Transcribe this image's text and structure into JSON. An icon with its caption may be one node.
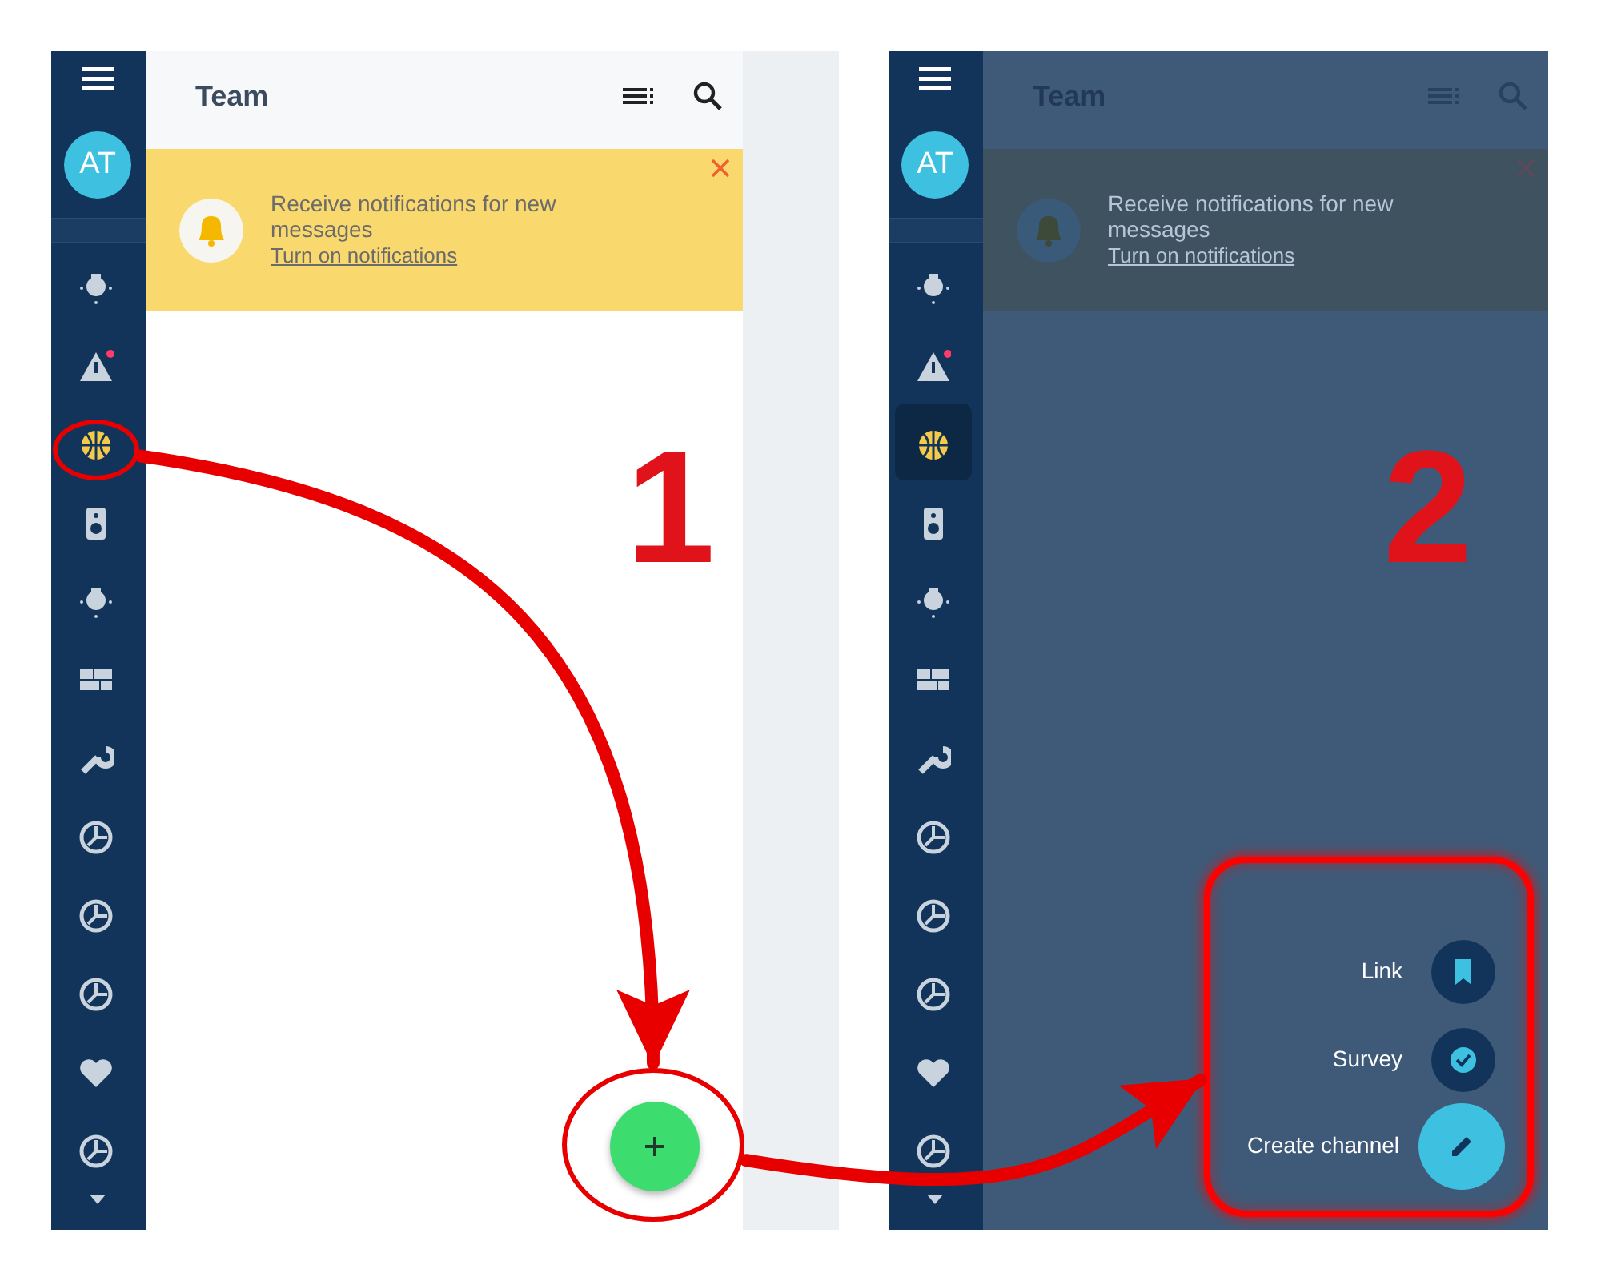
{
  "diagram": {
    "nodes": [
      {
        "text": [],
        "shape": "circle"
      },
      {
        "text": [],
        "shape": "circle"
      },
      {
        "text": [
          "Link",
          "Survey",
          "Create channel"
        ]
      }
    ],
    "edges": [
      {
        "from": 0,
        "to": 1,
        "arrow": "to"
      },
      {
        "from": 1,
        "to": 2,
        "arrow": "to"
      }
    ],
    "labels": [
      "Team",
      "AT",
      "Receive notifications for new messages",
      "Turn on notifications",
      "1",
      "Team",
      "AT",
      "Receive notifications for new messages",
      "Turn on notifications",
      "2"
    ]
  }
}
